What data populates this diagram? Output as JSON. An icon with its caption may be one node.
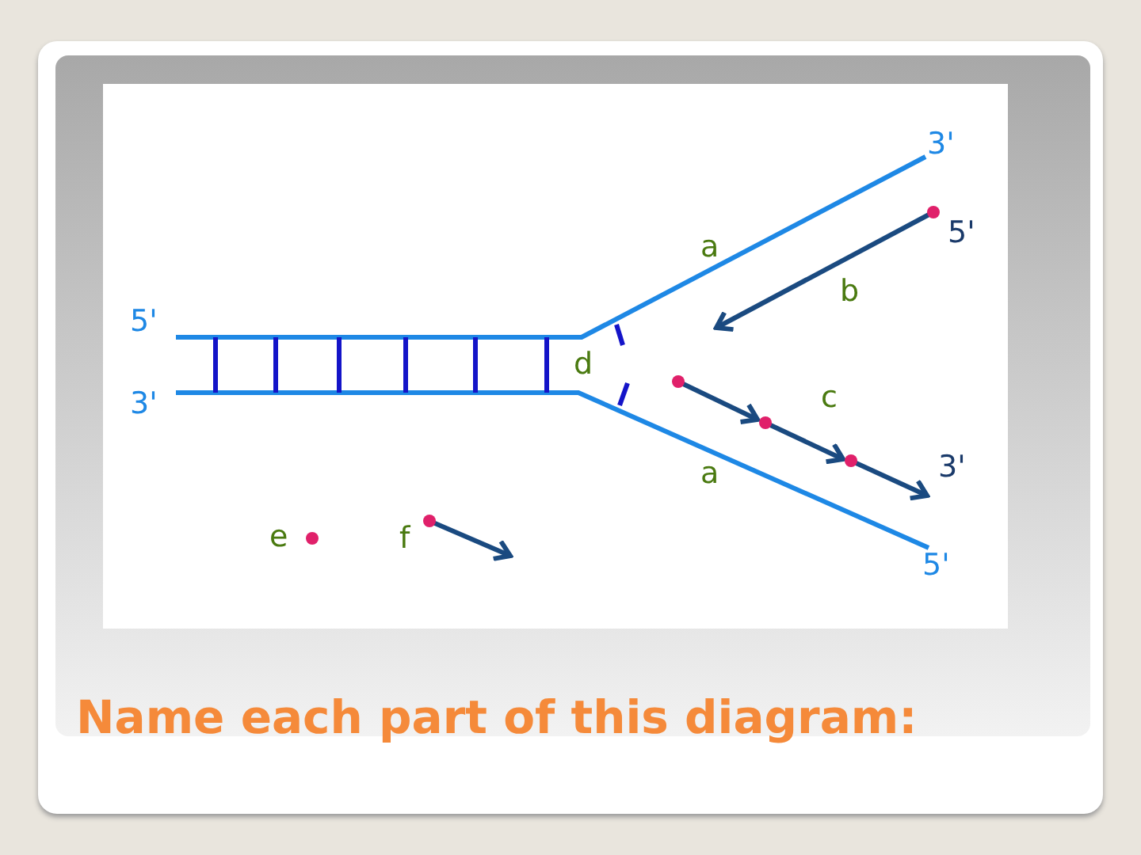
{
  "diagram": {
    "caption": "Name each part of this diagram:",
    "labels": [
      "3'",
      "5'",
      "a",
      "b",
      "5'",
      "d",
      "c",
      "3'",
      "a",
      "3'",
      "e",
      "f",
      "5'"
    ]
  }
}
